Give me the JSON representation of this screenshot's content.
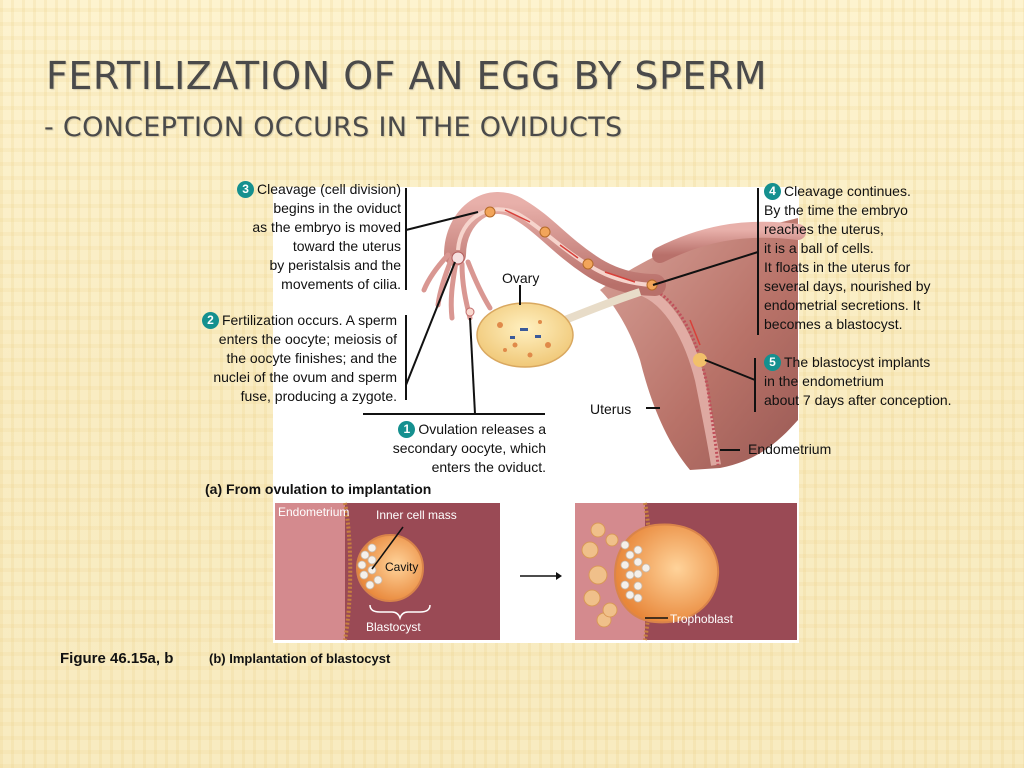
{
  "slide": {
    "title": "Fertilization of an egg by sperm",
    "subtitle": "- Conception occurs in the oviducts"
  },
  "steps": [
    {
      "number": "1",
      "lines": [
        "Ovulation releases a",
        "secondary oocyte, which",
        "enters the oviduct."
      ]
    },
    {
      "number": "2",
      "lines": [
        "Fertilization occurs. A sperm",
        "enters the oocyte; meiosis of",
        "the oocyte finishes; and the",
        "nuclei of the ovum and sperm",
        "fuse, producing a zygote."
      ]
    },
    {
      "number": "3",
      "lines": [
        "Cleavage (cell division)",
        "begins in the oviduct",
        "as the embryo is moved",
        "toward the uterus",
        "by peristalsis and the",
        "movements of cilia."
      ]
    },
    {
      "number": "4",
      "lines": [
        "Cleavage continues.",
        "By the time the embryo",
        "reaches the uterus,",
        "it is a ball of cells.",
        "It floats in the uterus for",
        "several days, nourished by",
        "endometrial secretions. It",
        "becomes a blastocyst."
      ]
    },
    {
      "number": "5",
      "lines": [
        "The blastocyst implants",
        "in the endometrium",
        "about 7 days after conception."
      ]
    }
  ],
  "anatomy_labels": {
    "ovary": "Ovary",
    "uterus": "Uterus",
    "endometrium": "Endometrium"
  },
  "panel_a": {
    "letter": "(a)",
    "caption": "From ovulation to implantation"
  },
  "panel_b": {
    "letter": "(b)",
    "caption": "Implantation of blastocyst",
    "endometrium": "Endometrium",
    "inner_cell_mass": "Inner cell mass",
    "cavity": "Cavity",
    "blastocyst": "Blastocyst",
    "trophoblast": "Trophoblast"
  },
  "figure_number": "Figure 46.15a, b",
  "colors": {
    "teal_badge": "#15908f",
    "tissue_dark": "#9a4a55",
    "tissue_light": "#d48a8e",
    "oviduct": "#c98a8a",
    "blastocyst": "#f2a55a",
    "title_text": "#4a4a4a"
  }
}
